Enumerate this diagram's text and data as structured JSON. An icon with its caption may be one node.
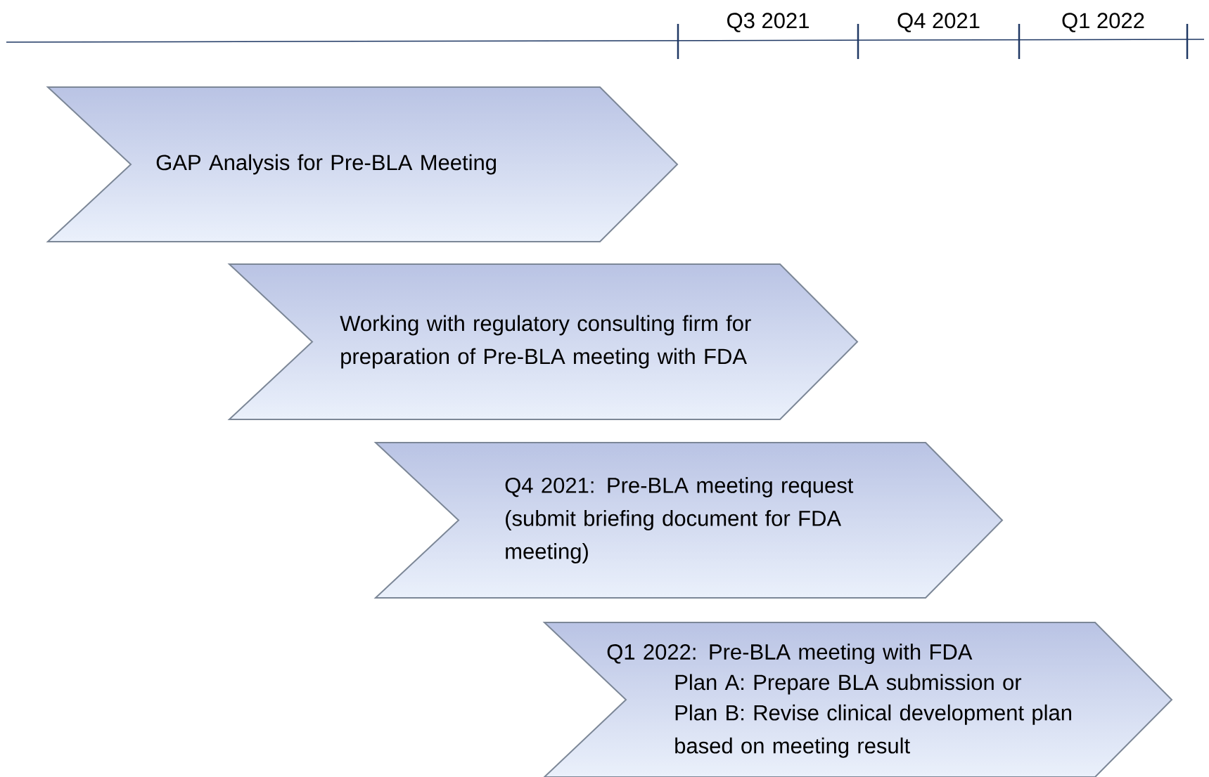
{
  "diagram": {
    "nodes": [
      {
        "text": [
          "GAP Analysis for Pre-BLA Meeting"
        ]
      },
      {
        "text": [
          "Working with regulatory consulting firm for preparation of Pre-BLA meeting with FDA"
        ]
      },
      {
        "text": [
          "Q4 2021:  Pre-BLA meeting request (submit briefing document for FDA meeting)"
        ]
      },
      {
        "text": [
          "Q1 2022:  Pre-BLA meeting with FDA",
          "Plan A:  Prepare BLA submission or",
          "Plan B:  Revise clinical development plan based on meeting result"
        ]
      }
    ],
    "labels": [
      "Q3 2021",
      "Q4 2021",
      "Q1 2022"
    ]
  }
}
